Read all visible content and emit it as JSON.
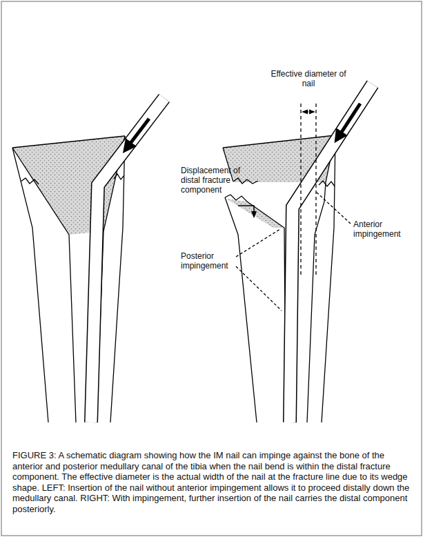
{
  "diagram": {
    "caption": "FIGURE 3: A schematic diagram showing how the IM nail can impinge against the bone of the anterior and posterior medullary canal of the tibia when the nail bend is within the distal fracture component. The effective diameter is the actual width of the nail at the fracture line due to its wedge shape. LEFT: Insertion of the nail without anterior impingement allows it to proceed distally down the medullary canal. RIGHT: With impingement, further insertion of the nail carries the distal component posteriorly.",
    "labels": [
      "Effective diameter of nail",
      "Displacement of distal fracture component",
      "Posterior impingement",
      "Anterior impingement"
    ]
  }
}
